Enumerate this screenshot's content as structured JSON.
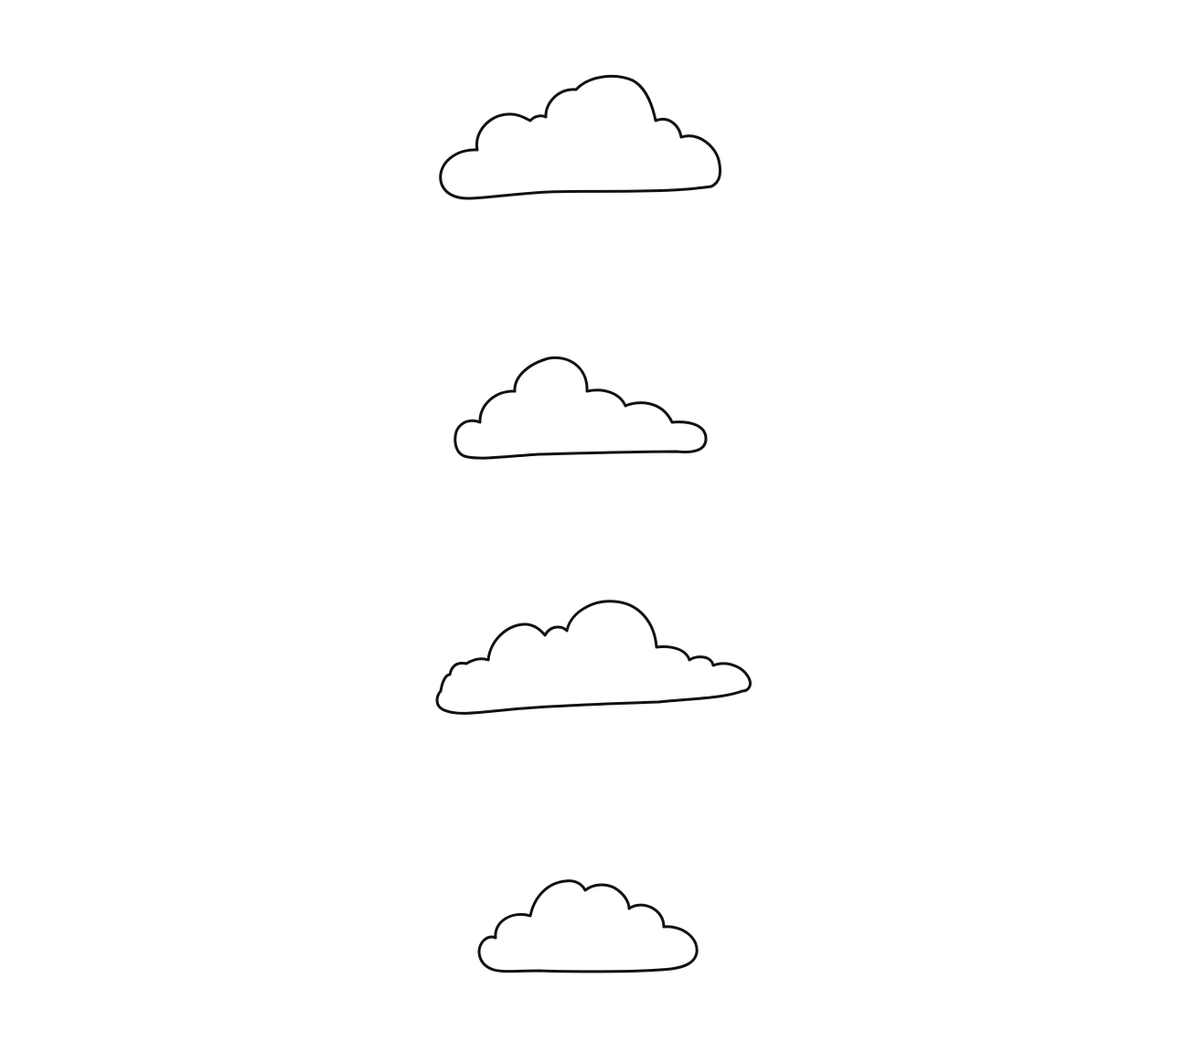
{
  "illustration": {
    "background_color": "#ffffff",
    "stroke_color": "#111111",
    "clouds": [
      {
        "name": "cloud-icon-1"
      },
      {
        "name": "cloud-icon-2"
      },
      {
        "name": "cloud-icon-3"
      },
      {
        "name": "cloud-icon-4"
      }
    ]
  }
}
